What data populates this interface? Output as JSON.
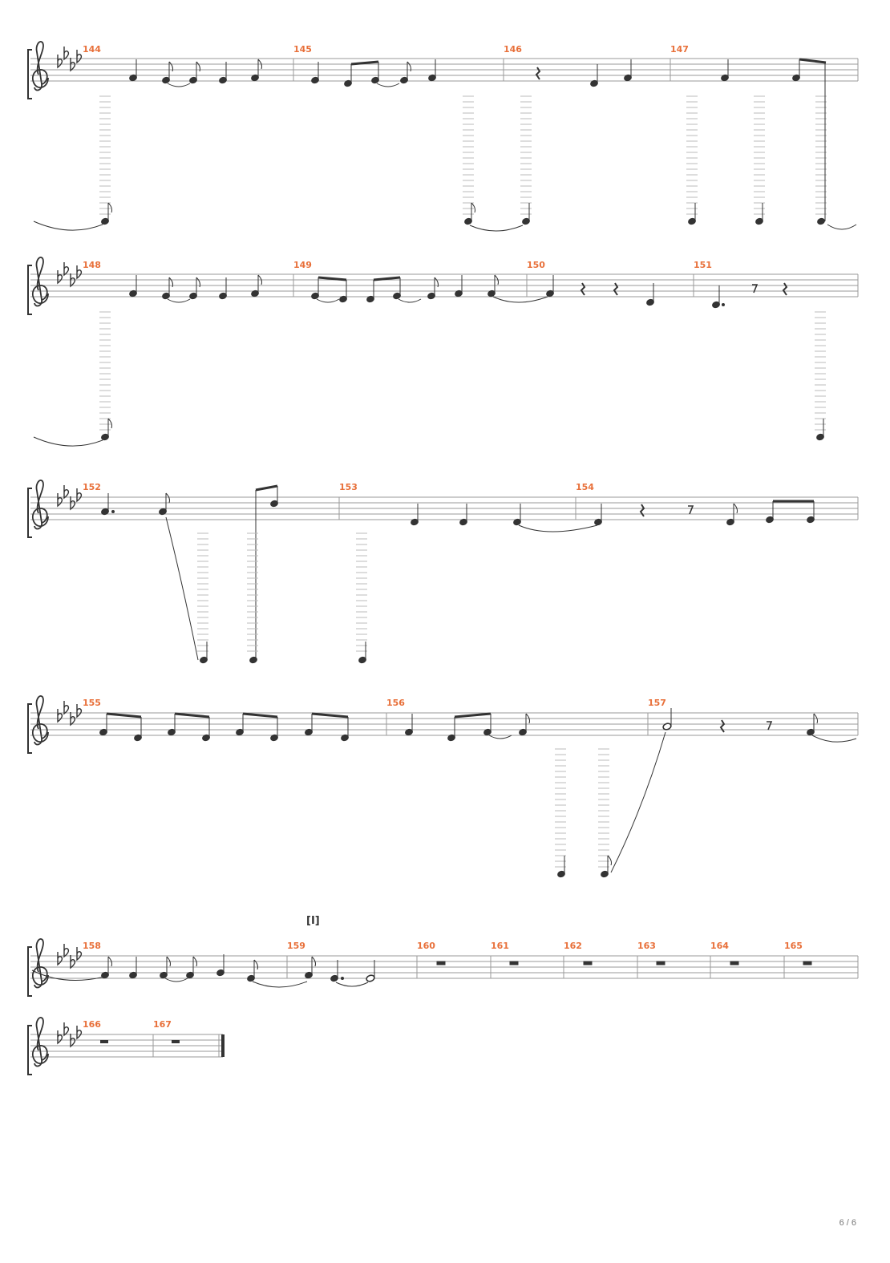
{
  "score": {
    "systems": [
      {
        "measure_numbers": [
          "144",
          "145",
          "146",
          "147"
        ]
      },
      {
        "measure_numbers": [
          "148",
          "149",
          "150",
          "151"
        ]
      },
      {
        "measure_numbers": [
          "152",
          "153",
          "154"
        ]
      },
      {
        "measure_numbers": [
          "155",
          "156",
          "157"
        ]
      },
      {
        "measure_numbers": [
          "158",
          "159",
          "160",
          "161",
          "162",
          "163",
          "164",
          "165"
        ],
        "section_marker": "[I]"
      },
      {
        "measure_numbers": [
          "166",
          "167"
        ]
      }
    ],
    "key_signature": "4 flats",
    "clef": "treble"
  },
  "page_indicator": "6 / 6",
  "colors": {
    "measure_number": "#e8703a",
    "staff": "#999999",
    "notes": "#333333"
  }
}
